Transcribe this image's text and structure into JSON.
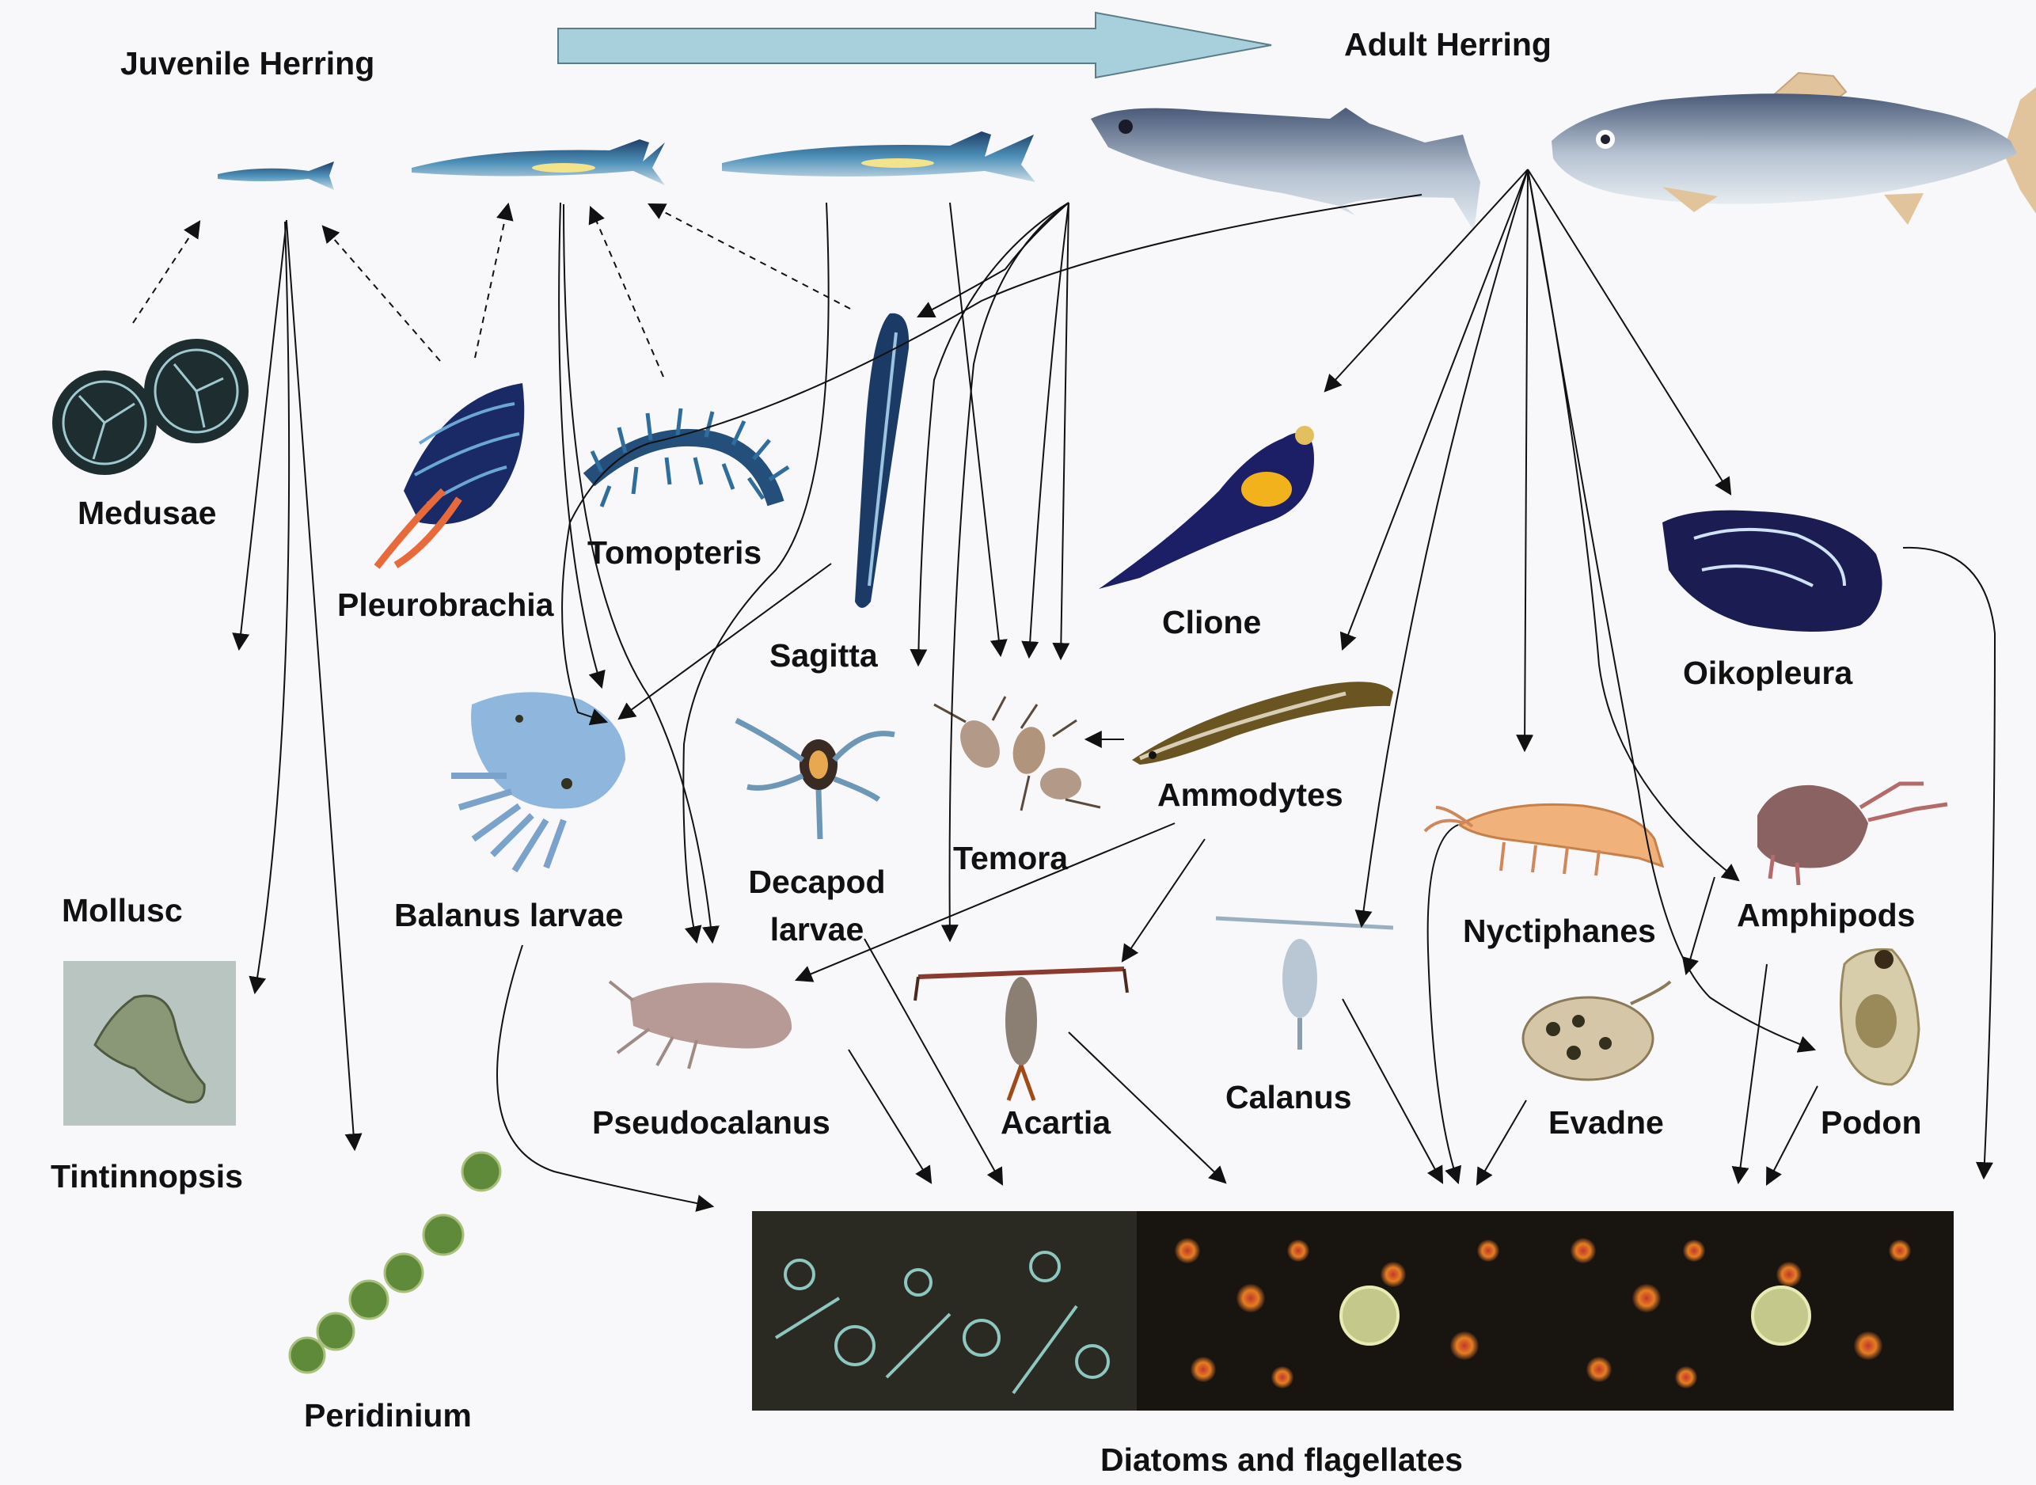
{
  "growth_arrow": {
    "from": "Juvenile Herring",
    "to": "Adult Herring",
    "color": "#a8d0dc"
  },
  "labels": {
    "juvenile_herring": "Juvenile Herring",
    "adult_herring": "Adult Herring",
    "medusae": "Medusae",
    "pleurobrachia": "Pleurobrachia",
    "tomopteris": "Tomopteris",
    "sagitta": "Sagitta",
    "clione": "Clione",
    "oikopleura": "Oikopleura",
    "ammodytes": "Ammodytes",
    "temora": "Temora",
    "decapod_larvae_line1": "Decapod",
    "decapod_larvae_line2": "larvae",
    "balanus_larvae": "Balanus larvae",
    "mollusc": "Mollusc",
    "tintinnopsis": "Tintinnopsis",
    "peridinium": "Peridinium",
    "pseudocalanus": "Pseudocalanus",
    "acartia": "Acartia",
    "calanus": "Calanus",
    "nyctiphanes": "Nyctiphanes",
    "amphipods": "Amphipods",
    "evadne": "Evadne",
    "podon": "Podon",
    "diatoms": "Diatoms and flagellates"
  },
  "icons": [
    "juvenile-herring-small-icon",
    "juvenile-herring-medium-icon",
    "juvenile-herring-large-icon",
    "adult-herring-photo-icon",
    "adult-herring-drawing-icon",
    "medusae-icon",
    "pleurobrachia-icon",
    "tomopteris-icon",
    "sagitta-icon",
    "clione-icon",
    "oikopleura-icon",
    "ammodytes-icon",
    "temora-icon",
    "decapod-larvae-icon",
    "balanus-larvae-icon",
    "tintinnopsis-icon",
    "peridinium-icon",
    "pseudocalanus-icon",
    "acartia-icon",
    "calanus-icon",
    "nyctiphanes-icon",
    "amphipods-icon",
    "evadne-icon",
    "podon-icon",
    "diatoms-panel-icon"
  ],
  "colors": {
    "arrow": "#111111",
    "label": "#111111",
    "background": "#f8f8fa"
  }
}
